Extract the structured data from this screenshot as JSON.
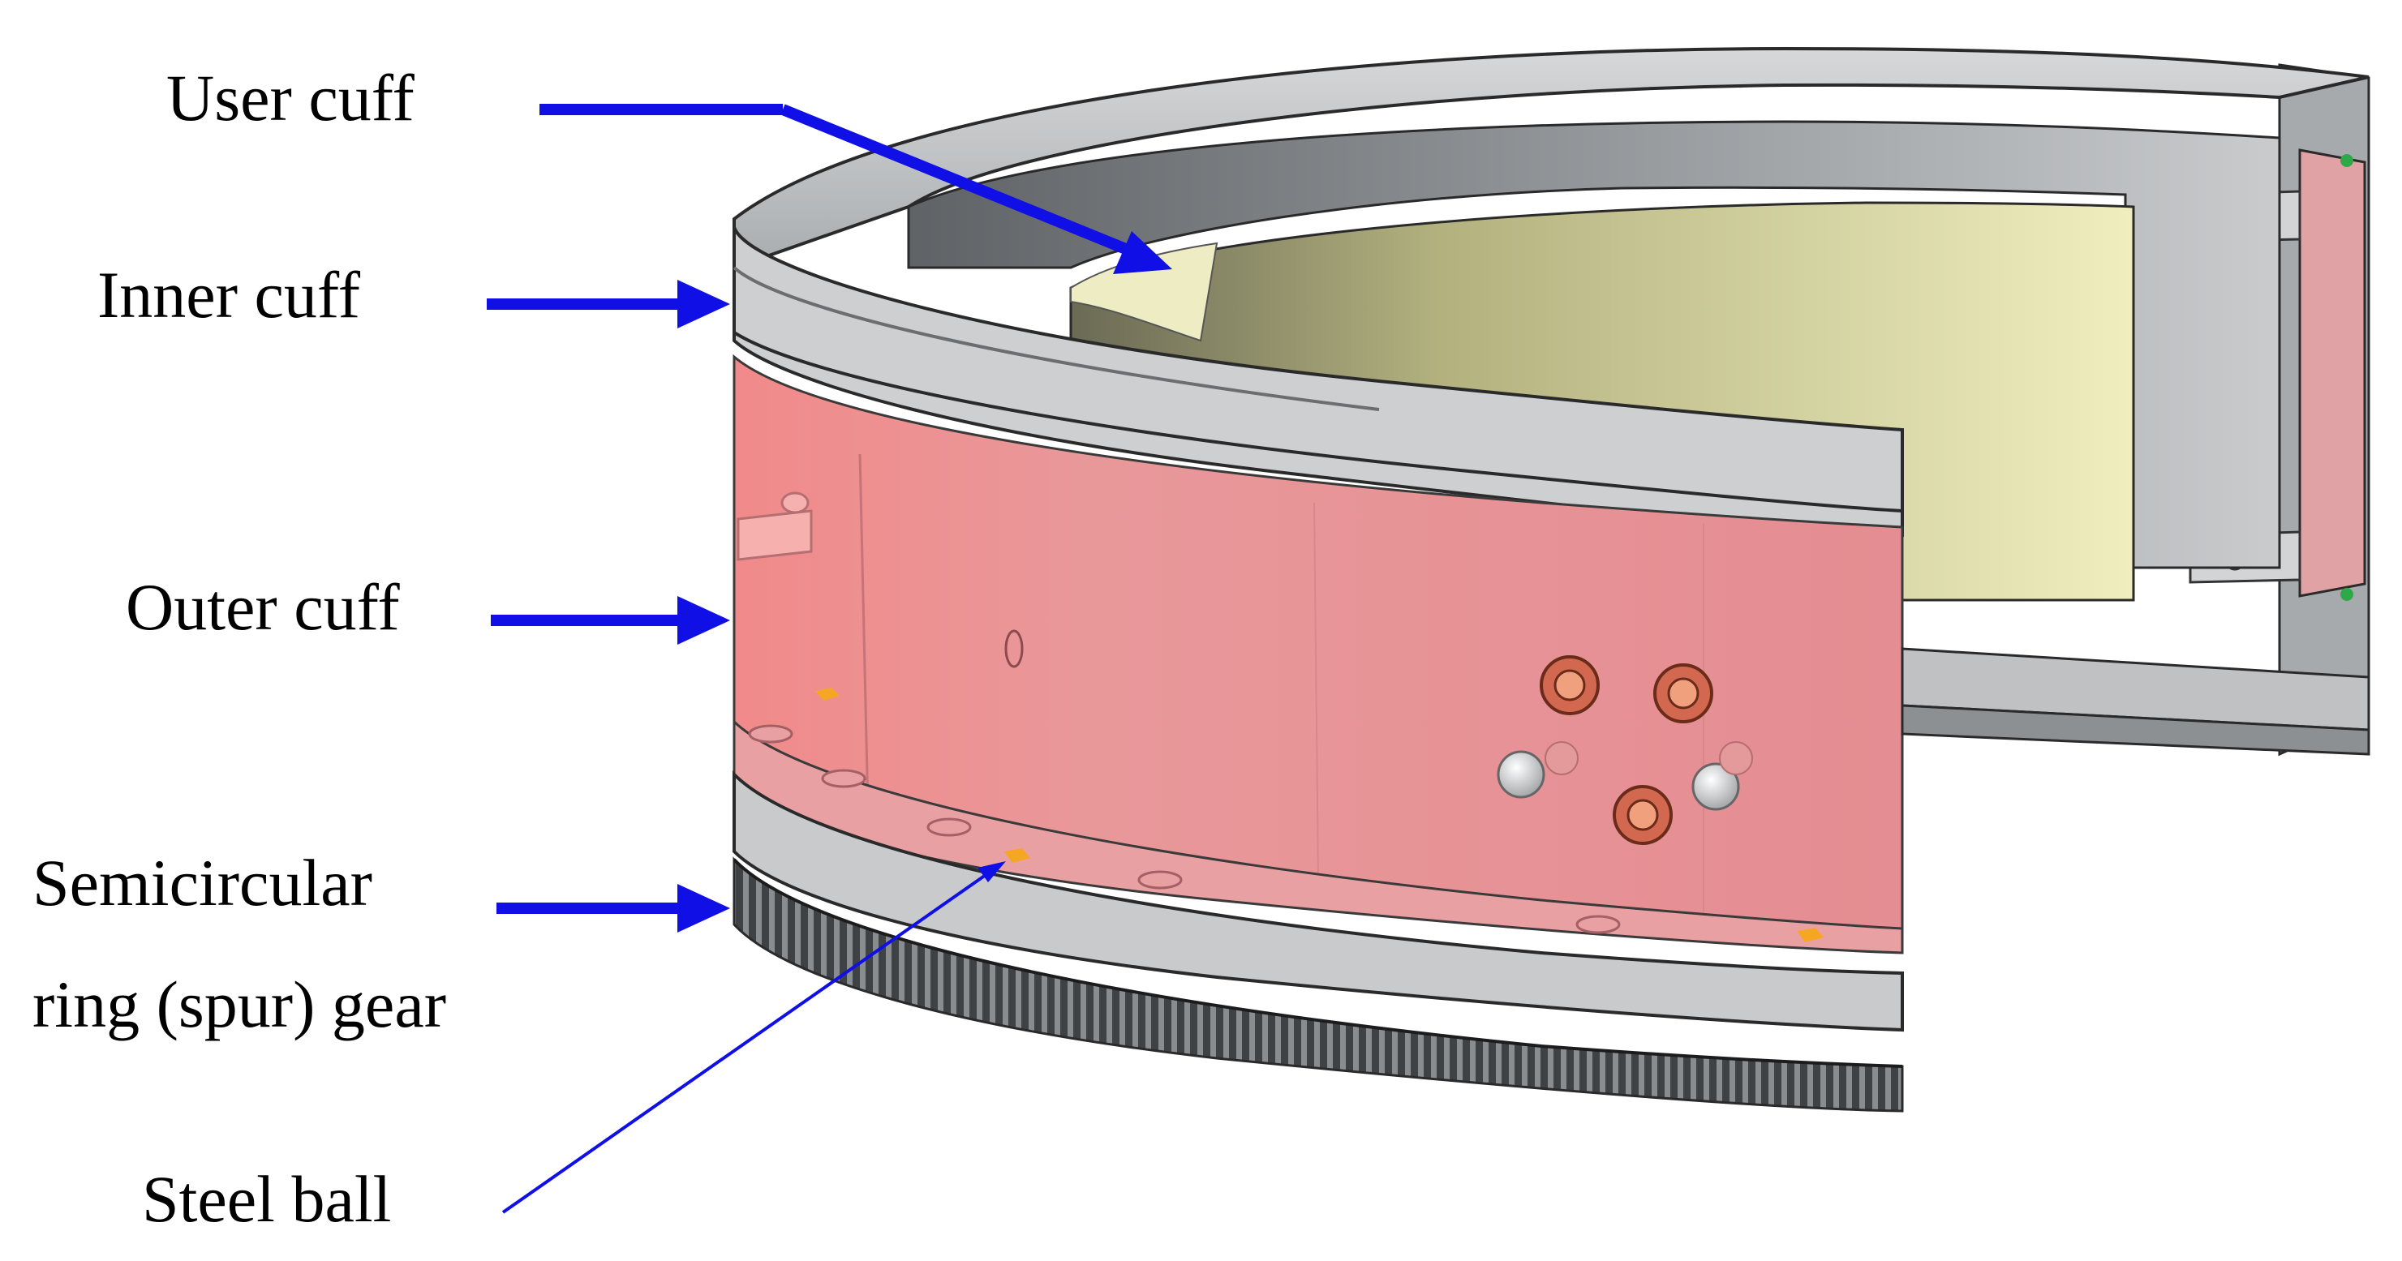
{
  "labels": {
    "user_cuff": "User cuff",
    "inner_cuff": "Inner cuff",
    "outer_cuff": "Outer cuff",
    "gear_line1": "Semicircular",
    "gear_line2": "ring (spur) gear",
    "steel_ball": "Steel ball"
  },
  "colors": {
    "arrow": "#1010e6",
    "frame_gray": "#c4c6c8",
    "frame_dark": "#8a8d90",
    "outer_cuff_pink": "#e8959a",
    "user_cuff_yellow": "#e9e7b6",
    "steel_ball_orange": "#f5a623",
    "gear_teeth": "#4a4d50"
  },
  "icons": {
    "arrow": "arrow-right-icon",
    "screw": "screw-icon",
    "ball": "steel-ball-icon"
  }
}
